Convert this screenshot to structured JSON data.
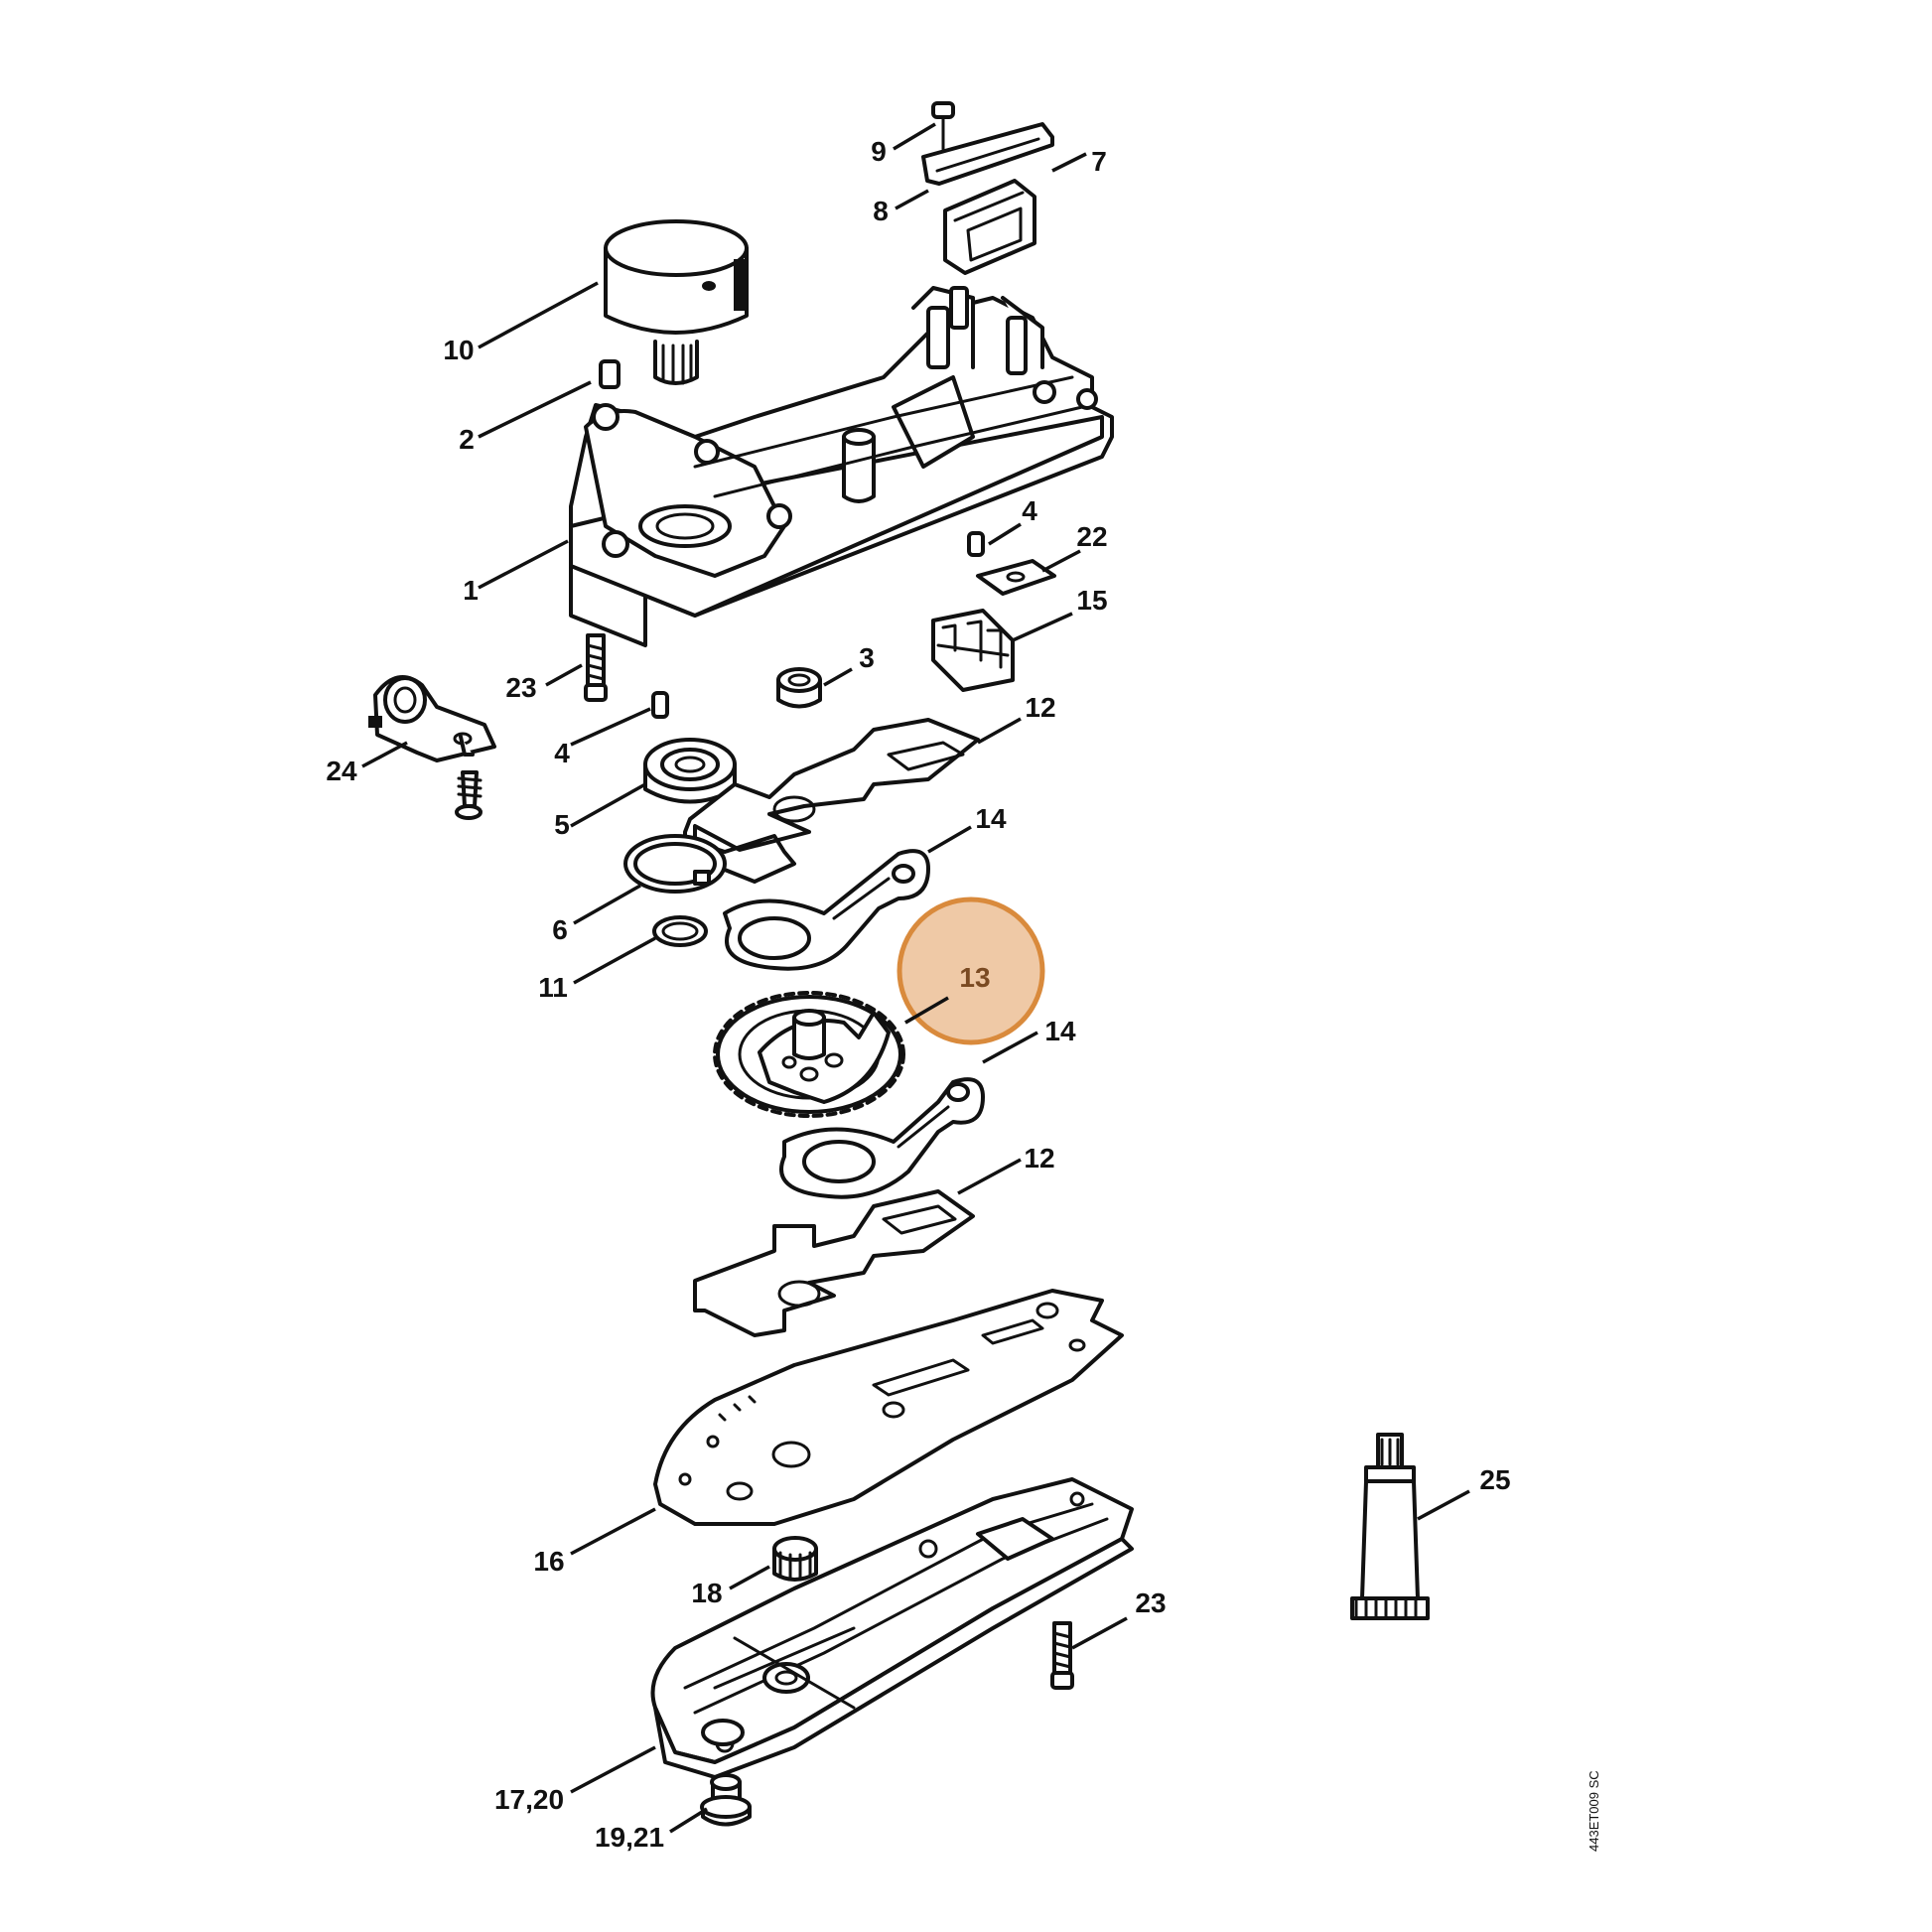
{
  "diagram": {
    "reference_code": "443ET009 SC",
    "highlight": {
      "label": "13",
      "fill": "#efc9a6",
      "stroke": "#d98a3c",
      "text_color": "#7a4a22"
    },
    "callouts": [
      {
        "id": "c-9",
        "label": "9"
      },
      {
        "id": "c-7",
        "label": "7"
      },
      {
        "id": "c-8",
        "label": "8"
      },
      {
        "id": "c-10",
        "label": "10"
      },
      {
        "id": "c-2",
        "label": "2"
      },
      {
        "id": "c-1",
        "label": "1"
      },
      {
        "id": "c-4a",
        "label": "4"
      },
      {
        "id": "c-22",
        "label": "22"
      },
      {
        "id": "c-15",
        "label": "15"
      },
      {
        "id": "c-23a",
        "label": "23"
      },
      {
        "id": "c-3",
        "label": "3"
      },
      {
        "id": "c-24",
        "label": "24"
      },
      {
        "id": "c-4b",
        "label": "4"
      },
      {
        "id": "c-12a",
        "label": "12"
      },
      {
        "id": "c-5",
        "label": "5"
      },
      {
        "id": "c-14a",
        "label": "14"
      },
      {
        "id": "c-6",
        "label": "6"
      },
      {
        "id": "c-11",
        "label": "11"
      },
      {
        "id": "c-14b",
        "label": "14"
      },
      {
        "id": "c-12b",
        "label": "12"
      },
      {
        "id": "c-25",
        "label": "25"
      },
      {
        "id": "c-16",
        "label": "16"
      },
      {
        "id": "c-18",
        "label": "18"
      },
      {
        "id": "c-23b",
        "label": "23"
      },
      {
        "id": "c-17-20",
        "label": "17,20"
      },
      {
        "id": "c-19-21",
        "label": "19,21"
      }
    ]
  }
}
